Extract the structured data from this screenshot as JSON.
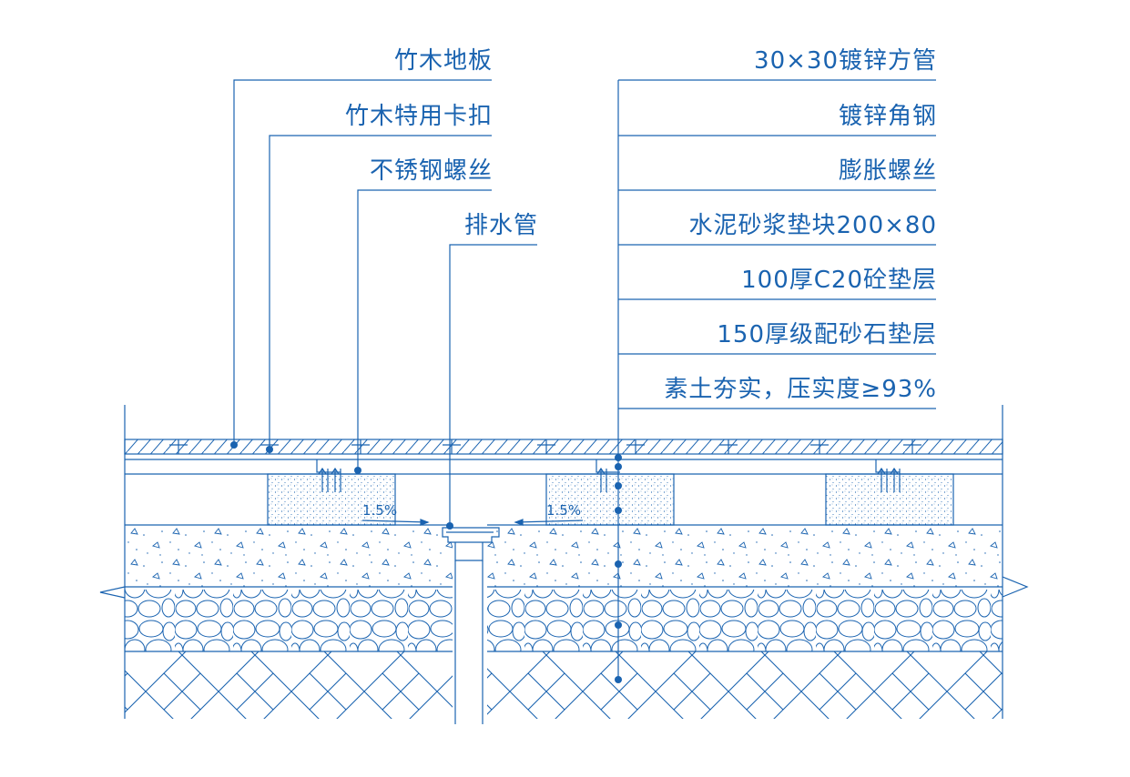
{
  "left_labels": [
    {
      "id": "bamboo-floor",
      "text": "竹木地板"
    },
    {
      "id": "bamboo-clip",
      "text": "竹木特用卡扣"
    },
    {
      "id": "stainless-screw",
      "text": "不锈钢螺丝"
    },
    {
      "id": "drain-pipe",
      "text": "排水管"
    }
  ],
  "right_labels": [
    {
      "id": "square-tube",
      "text": "30×30镀锌方管"
    },
    {
      "id": "angle-steel",
      "text": "镀锌角钢"
    },
    {
      "id": "expansion-screw",
      "text": "膨胀螺丝"
    },
    {
      "id": "mortar-block",
      "text": "水泥砂浆垫块200×80"
    },
    {
      "id": "concrete-layer",
      "text": "100厚C20砼垫层"
    },
    {
      "id": "gravel-layer",
      "text": "150厚级配砂石垫层"
    },
    {
      "id": "compacted-soil",
      "text": "素土夯实，压实度≥93%"
    }
  ],
  "slopes": [
    {
      "id": "slope-left",
      "text": "1.5%"
    },
    {
      "id": "slope-right",
      "text": "1.5%"
    }
  ],
  "colors": {
    "line": "#1a63b0"
  }
}
